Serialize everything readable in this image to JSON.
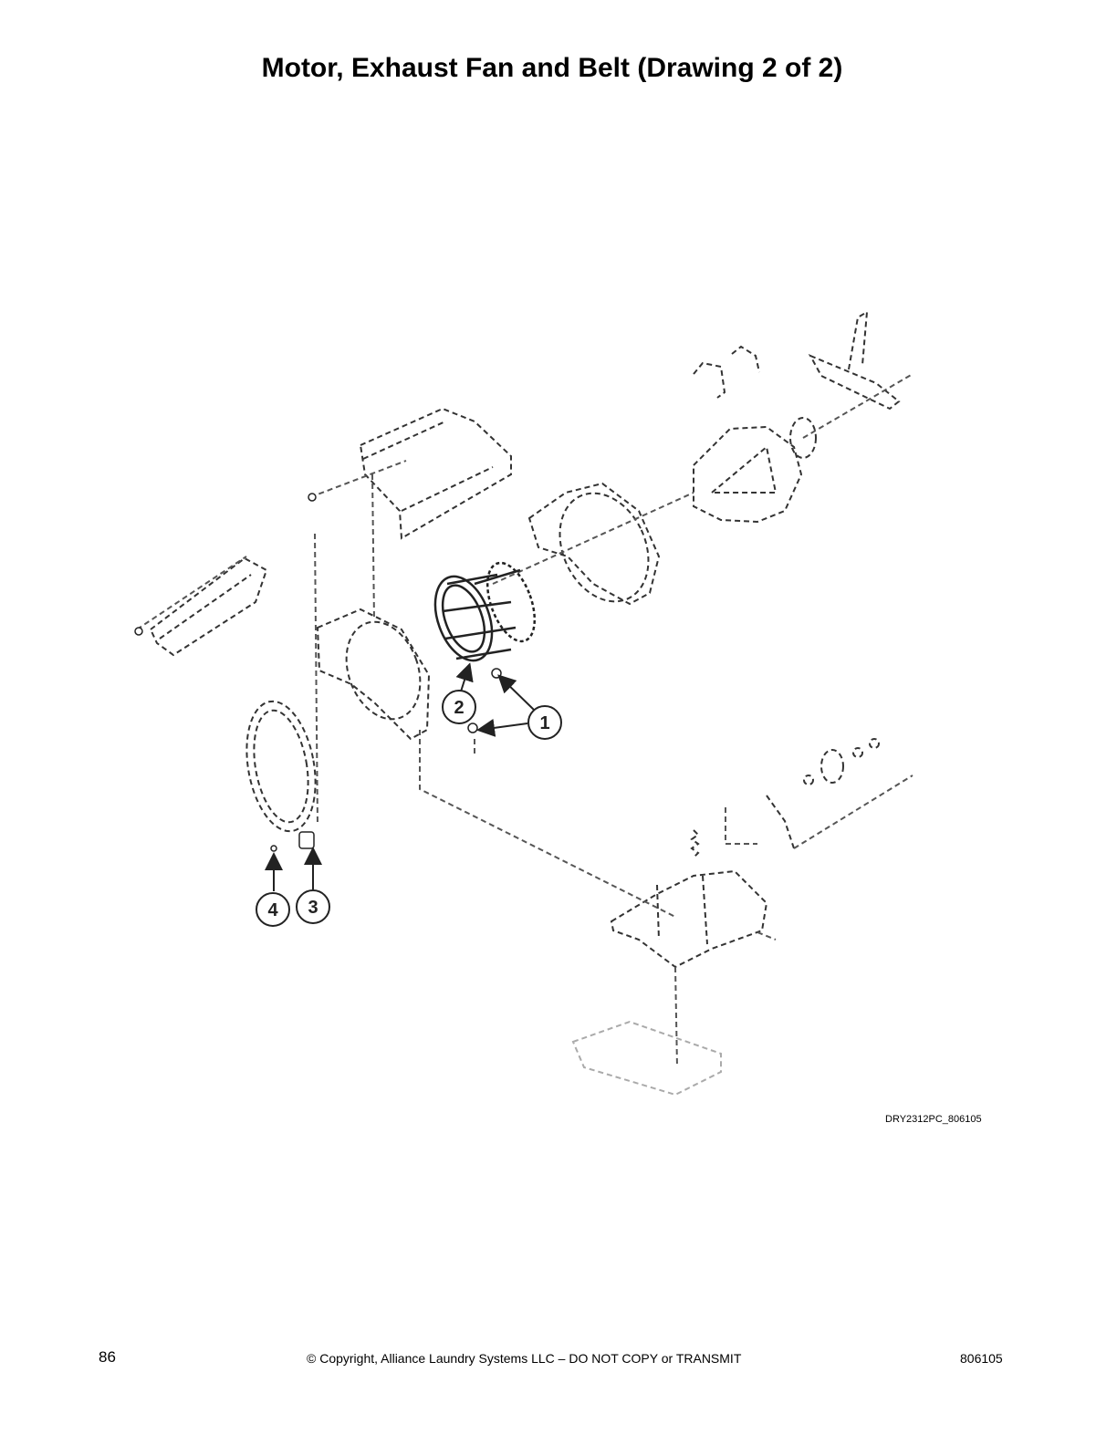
{
  "title": "Motor, Exhaust Fan and Belt (Drawing 2 of 2)",
  "callouts": [
    {
      "number": "1",
      "part": "screw"
    },
    {
      "number": "2",
      "part": "exhaust-fan-impeller"
    },
    {
      "number": "3",
      "part": "switch"
    },
    {
      "number": "4",
      "part": "screw"
    }
  ],
  "drawing_id": "DRY2312PC_806105",
  "footer": {
    "page_number": "86",
    "copyright": "© Copyright, Alliance Laundry Systems LLC – DO NOT COPY or TRANSMIT",
    "document_number": "806105"
  }
}
